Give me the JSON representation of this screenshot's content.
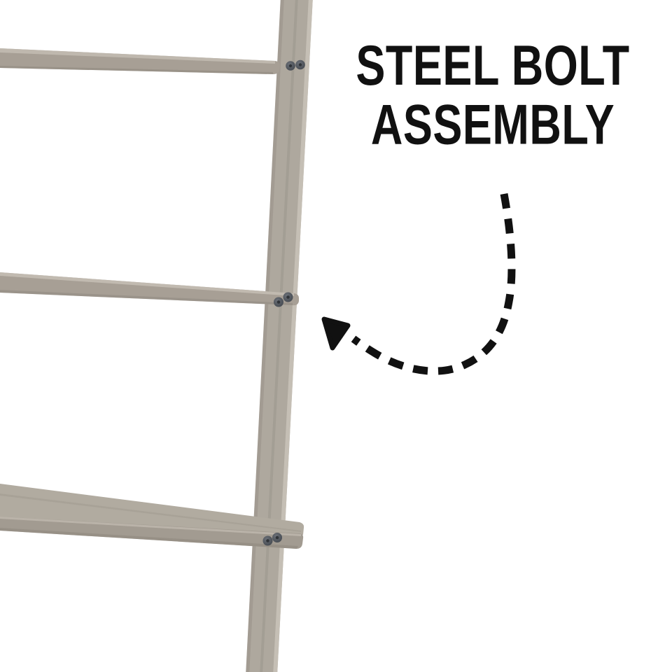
{
  "annotation": {
    "line1": "STEEL BOLT",
    "line2": "ASSEMBLY"
  },
  "icons": {
    "arrowhead": "filled-triangle-pointing-upper-left",
    "arrow_style": "dashed-curved-arrow"
  },
  "colors": {
    "background": "#ffffff",
    "ink": "#111111",
    "wood_base": "#aea89e",
    "wood_top": "#b1aba0",
    "wood_face": "#a79f95",
    "wood_face_dark": "#a29b91",
    "wood_highlight": "#c9c3b9",
    "wood_shadow": "#8b857c",
    "bolt_outer": "#53585f",
    "bolt_center": "#2f3338"
  }
}
